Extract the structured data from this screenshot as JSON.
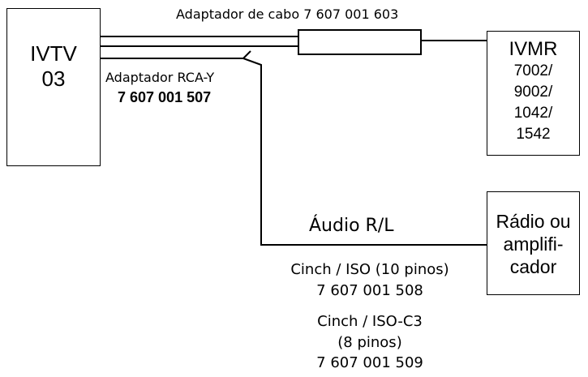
{
  "diagram": {
    "ivtv_box": {
      "line1": "IVTV",
      "line2": "03"
    },
    "ivmr_box": {
      "line1": "IVMR",
      "line2": "7002/",
      "line3": "9002/",
      "line4": "1042/",
      "line5": "1542"
    },
    "radio_box": {
      "line1": "Rádio ou",
      "line2": "amplifi-",
      "line3": "cador"
    },
    "cable_adapter_label": "Adaptador de cabo 7 607 001 603",
    "rca_adapter_label": "Adaptador RCA-Y",
    "rca_adapter_number": "7 607 001 507",
    "audio_label": "Áudio R/L",
    "cinch_iso_10_label": "Cinch / ISO (10 pinos)",
    "cinch_iso_10_number": "7 607 001 508",
    "cinch_iso_c3_label": "Cinch / ISO-C3",
    "cinch_iso_c3_pins": "(8 pinos)",
    "cinch_iso_c3_number": "7 607 001 509"
  }
}
